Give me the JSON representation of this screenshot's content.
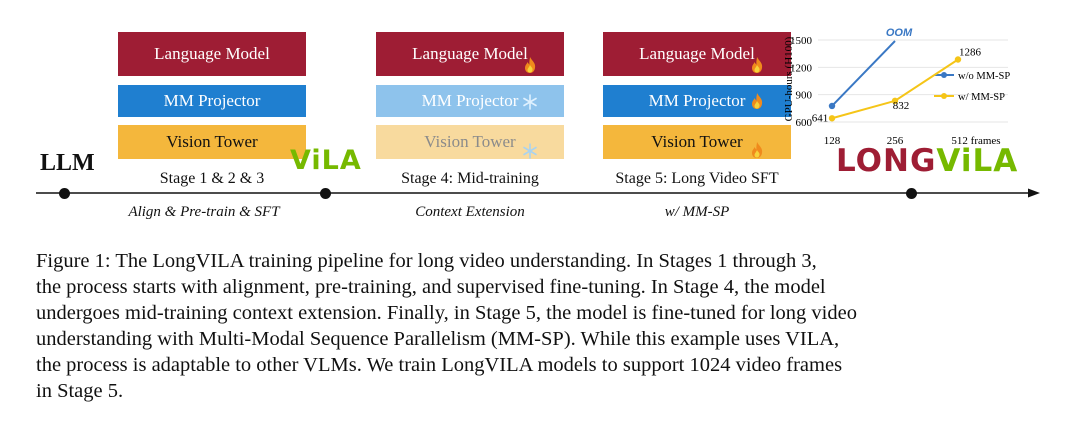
{
  "pipeline": {
    "llm_label": "LLM",
    "blocks": {
      "language_model": "Language Model",
      "mm_projector": "MM Projector",
      "vision_tower": "Vision Tower"
    },
    "stages": [
      {
        "title": "Stage 1 & 2 & 3",
        "subtitle": "Align & Pre-train & SFT"
      },
      {
        "title": "Stage 4: Mid-training",
        "subtitle": "Context Extension"
      },
      {
        "title": "Stage 5: Long Video SFT",
        "subtitle": "w/ MM-SP"
      }
    ],
    "vila_logo": "ViLA",
    "longvila_logo_long": "LONG",
    "longvila_logo_vila": "ViLA"
  },
  "chart_data": {
    "type": "line",
    "ylabel": "GPU-hours (H100)",
    "x_categories": [
      "128",
      "256",
      "512 frames"
    ],
    "yticks": [
      600,
      900,
      1200,
      1500
    ],
    "ylim": [
      600,
      1500
    ],
    "series": [
      {
        "name": "w/o MM-SP",
        "color": "#3a78c4",
        "values": [
          776,
          1489,
          null
        ],
        "end_annotation": "OOM"
      },
      {
        "name": "w/ MM-SP",
        "color": "#f5c518",
        "values": [
          641,
          832,
          1286
        ],
        "point_labels": [
          "641",
          "832",
          "1286"
        ]
      }
    ],
    "legend": "right"
  },
  "caption": {
    "lines": [
      "Figure 1: The LongVILA training pipeline for long video understanding. In Stages 1 through 3,",
      "the process starts with alignment, pre-training, and supervised fine-tuning. In Stage 4, the model",
      "undergoes mid-training context extension. Finally, in Stage 5, the model is fine-tuned for long video",
      "understanding with Multi-Modal Sequence Parallelism (MM-SP). While this example uses VILA,",
      "the process is adaptable to other VLMs. We train LongVILA models to support 1024 video frames",
      "in Stage 5."
    ]
  },
  "colors": {
    "language_model": "#9e1d34",
    "mm_projector": "#1f7fd0",
    "vision_tower": "#f4b73c",
    "vila_green": "#76b900"
  },
  "icons": [
    "fire-icon",
    "snowflake-icon"
  ]
}
